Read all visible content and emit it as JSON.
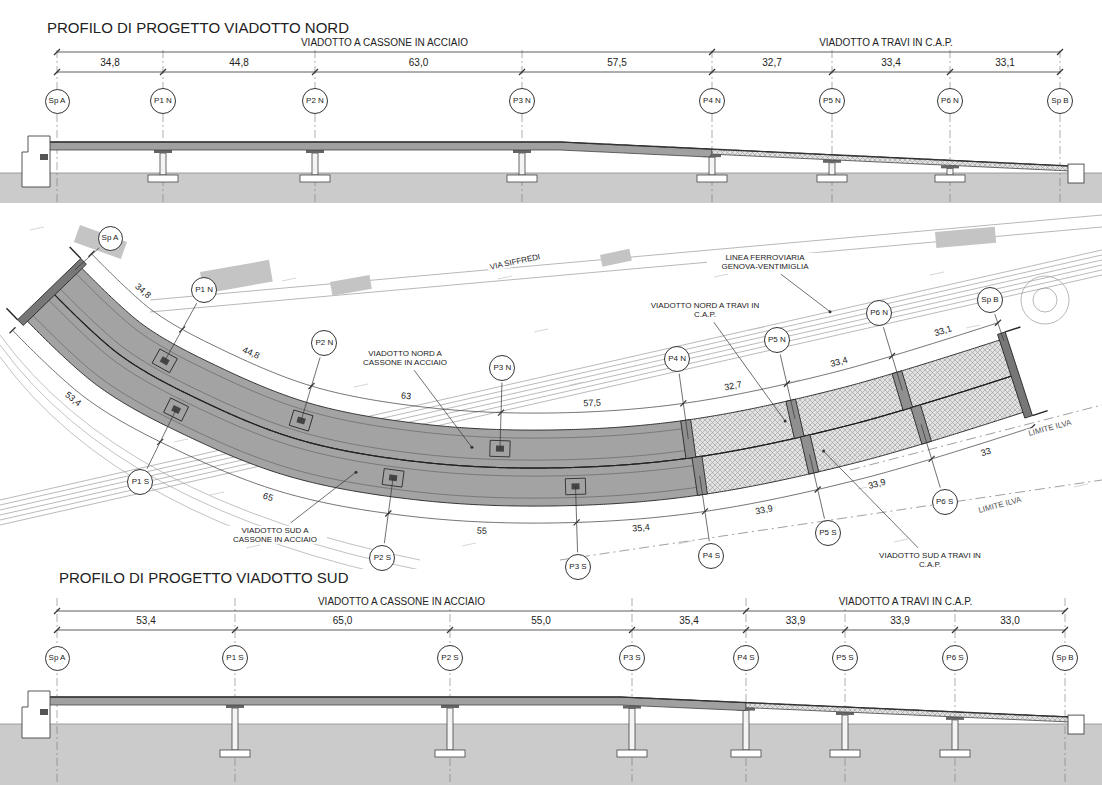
{
  "diagram": {
    "title": "PROFILO DI PROGETTO VIADOTTO NORD",
    "nodes": [
      {
        "text": [
          "Sp A"
        ]
      },
      {
        "text": [
          "P1 N"
        ]
      },
      {
        "text": [
          "P2 N"
        ]
      },
      {
        "text": [
          "P3 N"
        ]
      },
      {
        "text": [
          "P4 N"
        ]
      },
      {
        "text": [
          "P5 N"
        ]
      },
      {
        "text": [
          "P6 N"
        ]
      },
      {
        "text": [
          "Sp B"
        ]
      },
      {
        "text": [
          "Sp A"
        ]
      },
      {
        "text": [
          "P1 N"
        ]
      },
      {
        "text": [
          "P2 N"
        ]
      },
      {
        "text": [
          "P3 N"
        ]
      },
      {
        "text": [
          "P4 N"
        ]
      },
      {
        "text": [
          "P5 N"
        ]
      },
      {
        "text": [
          "P6 N"
        ]
      },
      {
        "text": [
          "Sp B"
        ]
      },
      {
        "text": [
          "P1 S"
        ]
      },
      {
        "text": [
          "P2 S"
        ]
      },
      {
        "text": [
          "P3 S"
        ]
      },
      {
        "text": [
          "P4 S"
        ]
      },
      {
        "text": [
          "P5 S"
        ]
      },
      {
        "text": [
          "P6 S"
        ]
      },
      {
        "text": [
          "Sp A"
        ]
      },
      {
        "text": [
          "P1 S"
        ]
      },
      {
        "text": [
          "P2 S"
        ]
      },
      {
        "text": [
          "P3 S"
        ]
      },
      {
        "text": [
          "P4 S"
        ]
      },
      {
        "text": [
          "P5 S"
        ]
      },
      {
        "text": [
          "P6 S"
        ]
      },
      {
        "text": [
          "Sp B"
        ]
      }
    ],
    "labels": [
      "VIADOTTO A CASSONE IN ACCIAIO",
      "VIADOTTO A TRAVI IN C.A.P.",
      "34,8",
      "44,8",
      "63,0",
      "57,5",
      "32,7",
      "33,4",
      "33,1",
      "VIA SIFFREDI",
      "LINEA FERROVIARIA GENOVA-VENTIMIGLIA",
      "VIADOTTO NORD A CASSONE IN ACCIAIO",
      "VIADOTTO NORD A TRAVI IN C.A.P.",
      "VIADOTTO SUD A CASSONE IN ACCIAIO",
      "VIADOTTO SUD A TRAVI IN C.A.P.",
      "LIMITE ILVA",
      "LIMITE ILVA",
      "34,8",
      "44,8",
      "63",
      "57,5",
      "32,7",
      "33,4",
      "33,1",
      "53,4",
      "65",
      "55",
      "35,4",
      "33,9",
      "33,9",
      "33",
      "PROFILO DI PROGETTO VIADOTTO SUD",
      "VIADOTTO A CASSONE IN ACCIAIO",
      "VIADOTTO A TRAVI IN C.A.P.",
      "53,4",
      "65,0",
      "55,0",
      "35,4",
      "33,9",
      "33,9",
      "33,0"
    ]
  }
}
